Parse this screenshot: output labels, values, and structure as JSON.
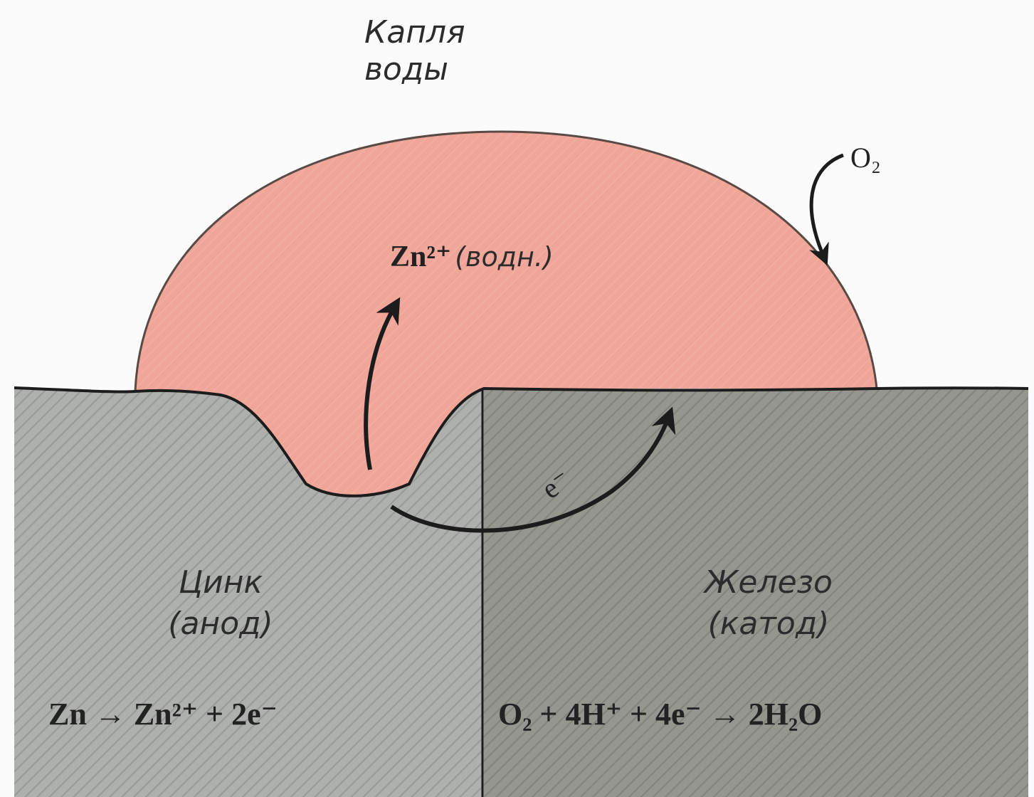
{
  "diagram": {
    "drop_title_line1": "Капля",
    "drop_title_line2": "воды",
    "oxygen_label": "O₂",
    "ion_label": "Zn²⁺",
    "ion_state": "(водн.)",
    "electron_label": "e⁻",
    "anode_metal": "Цинк",
    "anode_role": "(анод)",
    "cathode_metal": "Железо",
    "cathode_role": "(катод)",
    "anode_reaction": "Zn → Zn²⁺ + 2e⁻",
    "cathode_reaction": "O₂ + 4H⁺ + 4e⁻ → 2H₂O"
  },
  "colors": {
    "water_drop": "#f0a599",
    "zinc": "#aeb0ad",
    "iron": "#95968f",
    "ink": "#1c1c1c"
  }
}
